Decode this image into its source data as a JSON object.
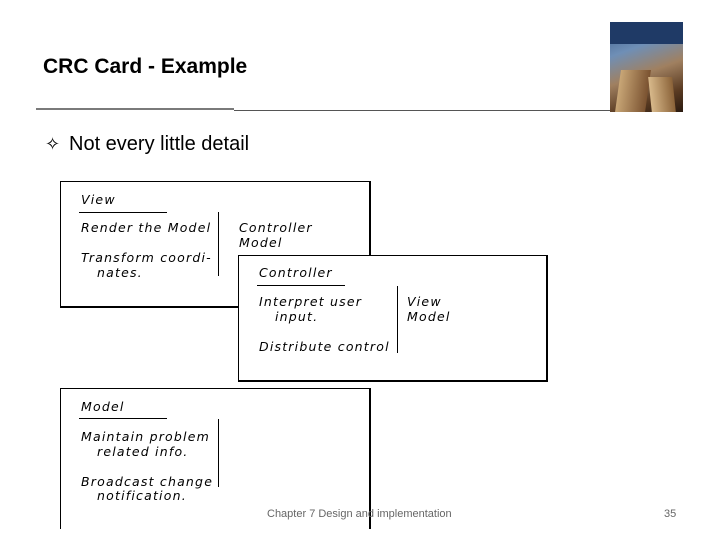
{
  "title": "CRC Card - Example",
  "bullet": "Not every little detail",
  "cards": {
    "view": {
      "name": "View",
      "responsibilities": [
        "Render the Model",
        "Transform coordi-",
        "nates."
      ],
      "collaborators": [
        "Controller",
        "Model"
      ]
    },
    "controller": {
      "name": "Controller",
      "responsibilities": [
        "Interpret user",
        "input.",
        "Distribute control"
      ],
      "collaborators": [
        "View",
        "Model"
      ]
    },
    "model": {
      "name": "Model",
      "responsibilities": [
        "Maintain problem",
        "related info.",
        "Broadcast change",
        "notification."
      ],
      "collaborators": []
    }
  },
  "footer": "Chapter 7 Design and implementation",
  "page_number": "35"
}
